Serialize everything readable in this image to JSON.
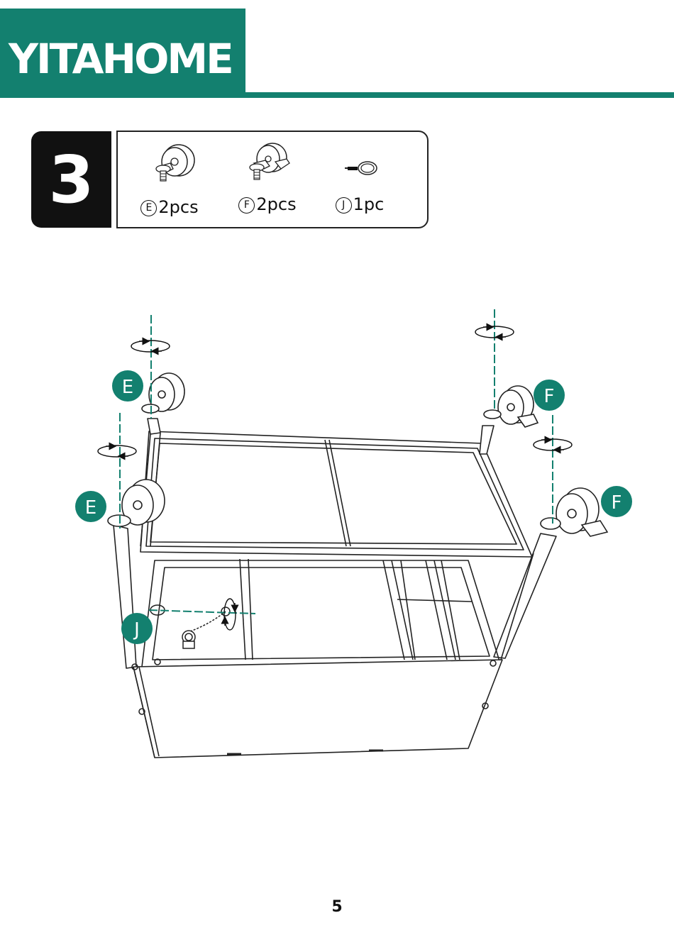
{
  "header": {
    "brand": "YITAHOME"
  },
  "step": {
    "number": "3"
  },
  "parts": [
    {
      "letter": "E",
      "qty": "2pcs",
      "icon": "caster-wheel-icon"
    },
    {
      "letter": "F",
      "qty": "2pcs",
      "icon": "locking-caster-wheel-icon"
    },
    {
      "letter": "J",
      "qty": "1pc",
      "icon": "key-ring-icon"
    }
  ],
  "diagram": {
    "callouts": [
      "E",
      "E",
      "F",
      "F",
      "J"
    ],
    "accent_color": "#13806f"
  },
  "footer": {
    "page_number": "5"
  }
}
